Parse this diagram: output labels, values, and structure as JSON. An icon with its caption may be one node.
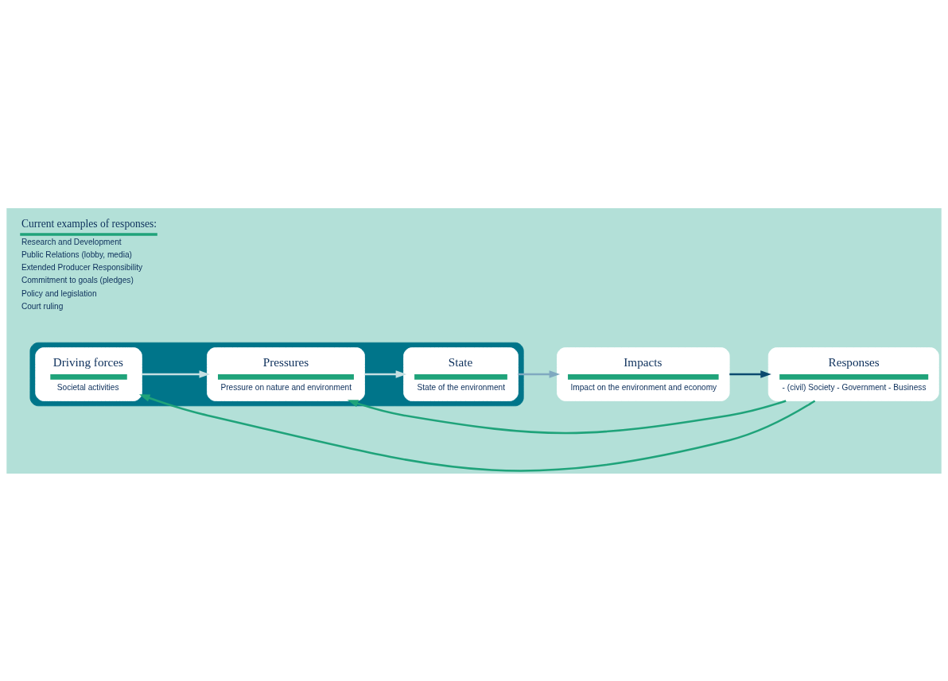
{
  "diagram": {
    "nodes": [
      {
        "text": [],
        "shape": "box"
      },
      {
        "text": [
          "Driving forces",
          "Societal activities"
        ],
        "in": 0
      },
      {
        "text": [
          "Pressures",
          "Pressure on nature and environment"
        ],
        "in": 0
      },
      {
        "text": [
          "State",
          "State of the environment"
        ],
        "in": 0
      },
      {
        "text": [
          "Impacts",
          "Impact on the environment and economy"
        ]
      },
      {
        "text": [
          "Responses",
          "- (civil) Society - Government - Business"
        ]
      }
    ],
    "edges": [
      {
        "from": 1,
        "to": 2,
        "arrow": "to",
        "color": "#c5dfe2"
      },
      {
        "from": 2,
        "to": 3,
        "arrow": "to",
        "color": "#c5dfe2"
      },
      {
        "from": 3,
        "to": 4,
        "arrow": "to",
        "color": "#7fa9c0"
      },
      {
        "from": 4,
        "to": 5,
        "arrow": "to",
        "color": "#0b4a6f"
      },
      {
        "from": 5,
        "to": 1,
        "arrow": "to",
        "color": "#1fa37a"
      },
      {
        "from": 5,
        "to": 2,
        "arrow": "to",
        "color": "#1fa37a"
      }
    ],
    "labels": [
      "Current examples of responses:",
      "Research and Development",
      "Public Relations (lobby, media)",
      "Extended Producer Responsibility",
      "Commitment to goals (pledges)",
      "Policy and legislation",
      "Court ruling"
    ]
  }
}
